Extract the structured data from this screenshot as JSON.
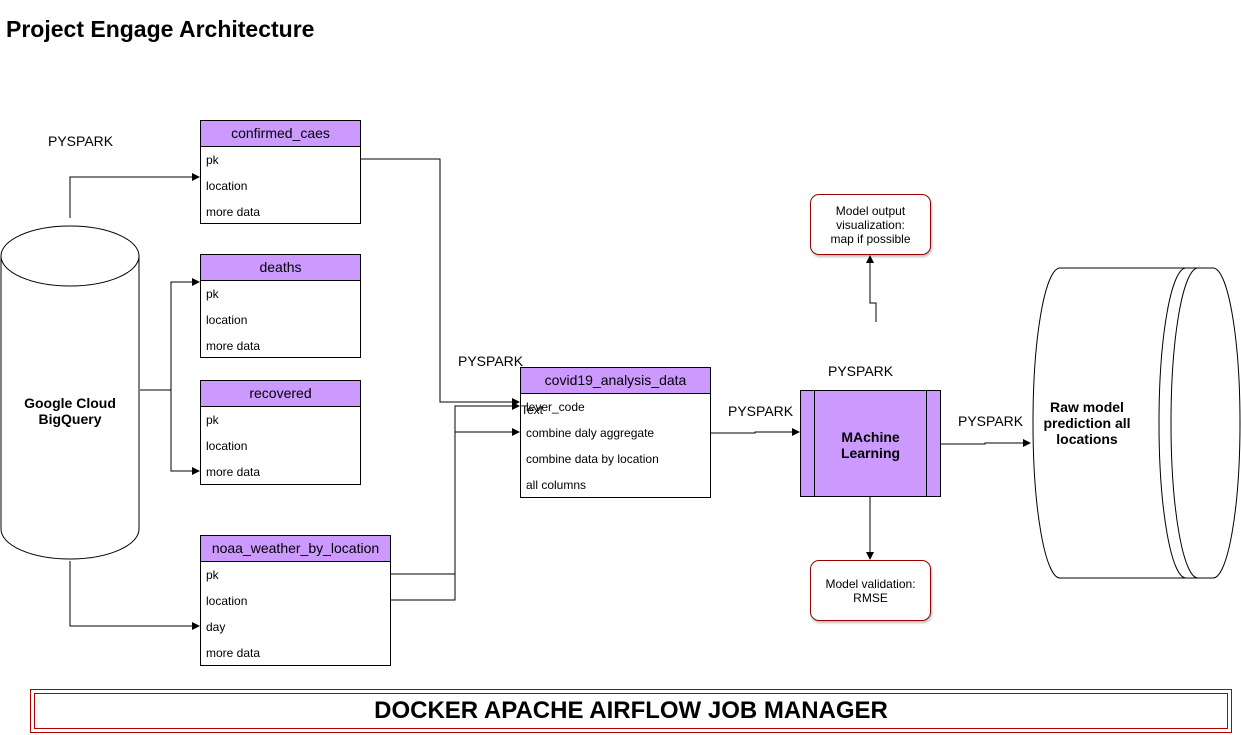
{
  "title": "Project Engage Architecture",
  "source": {
    "line1": "Google Cloud",
    "line2": "BigQuery"
  },
  "pyspark_label": "PYSPARK",
  "tables": {
    "confirmed": {
      "name": "confirmed_caes",
      "rows": [
        "pk",
        "location",
        "more data"
      ]
    },
    "deaths": {
      "name": "deaths",
      "rows": [
        "pk",
        "location",
        "more data"
      ]
    },
    "recovered": {
      "name": "recovered",
      "rows": [
        "pk",
        "location",
        "more data"
      ]
    },
    "noaa": {
      "name": "noaa_weather_by_location",
      "rows": [
        "pk",
        "location",
        "day",
        "more data"
      ]
    },
    "covid19": {
      "name": "covid19_analysis_data",
      "rows": [
        "lever_code",
        "combine daly aggregate",
        "combine data by location",
        "all columns"
      ]
    }
  },
  "stray_text": "Text",
  "ml": {
    "line1": "MAchine",
    "line2": "Learning"
  },
  "viz_box": {
    "line1": "Model output",
    "line2": "visualization:",
    "line3": "map if possible"
  },
  "validation_box": {
    "line1": "Model validation:",
    "line2": "RMSE"
  },
  "output": {
    "line1": "Raw model",
    "line2": "prediction all",
    "line3": "locations"
  },
  "footer": "DOCKER APACHE AIRFLOW JOB MANAGER"
}
